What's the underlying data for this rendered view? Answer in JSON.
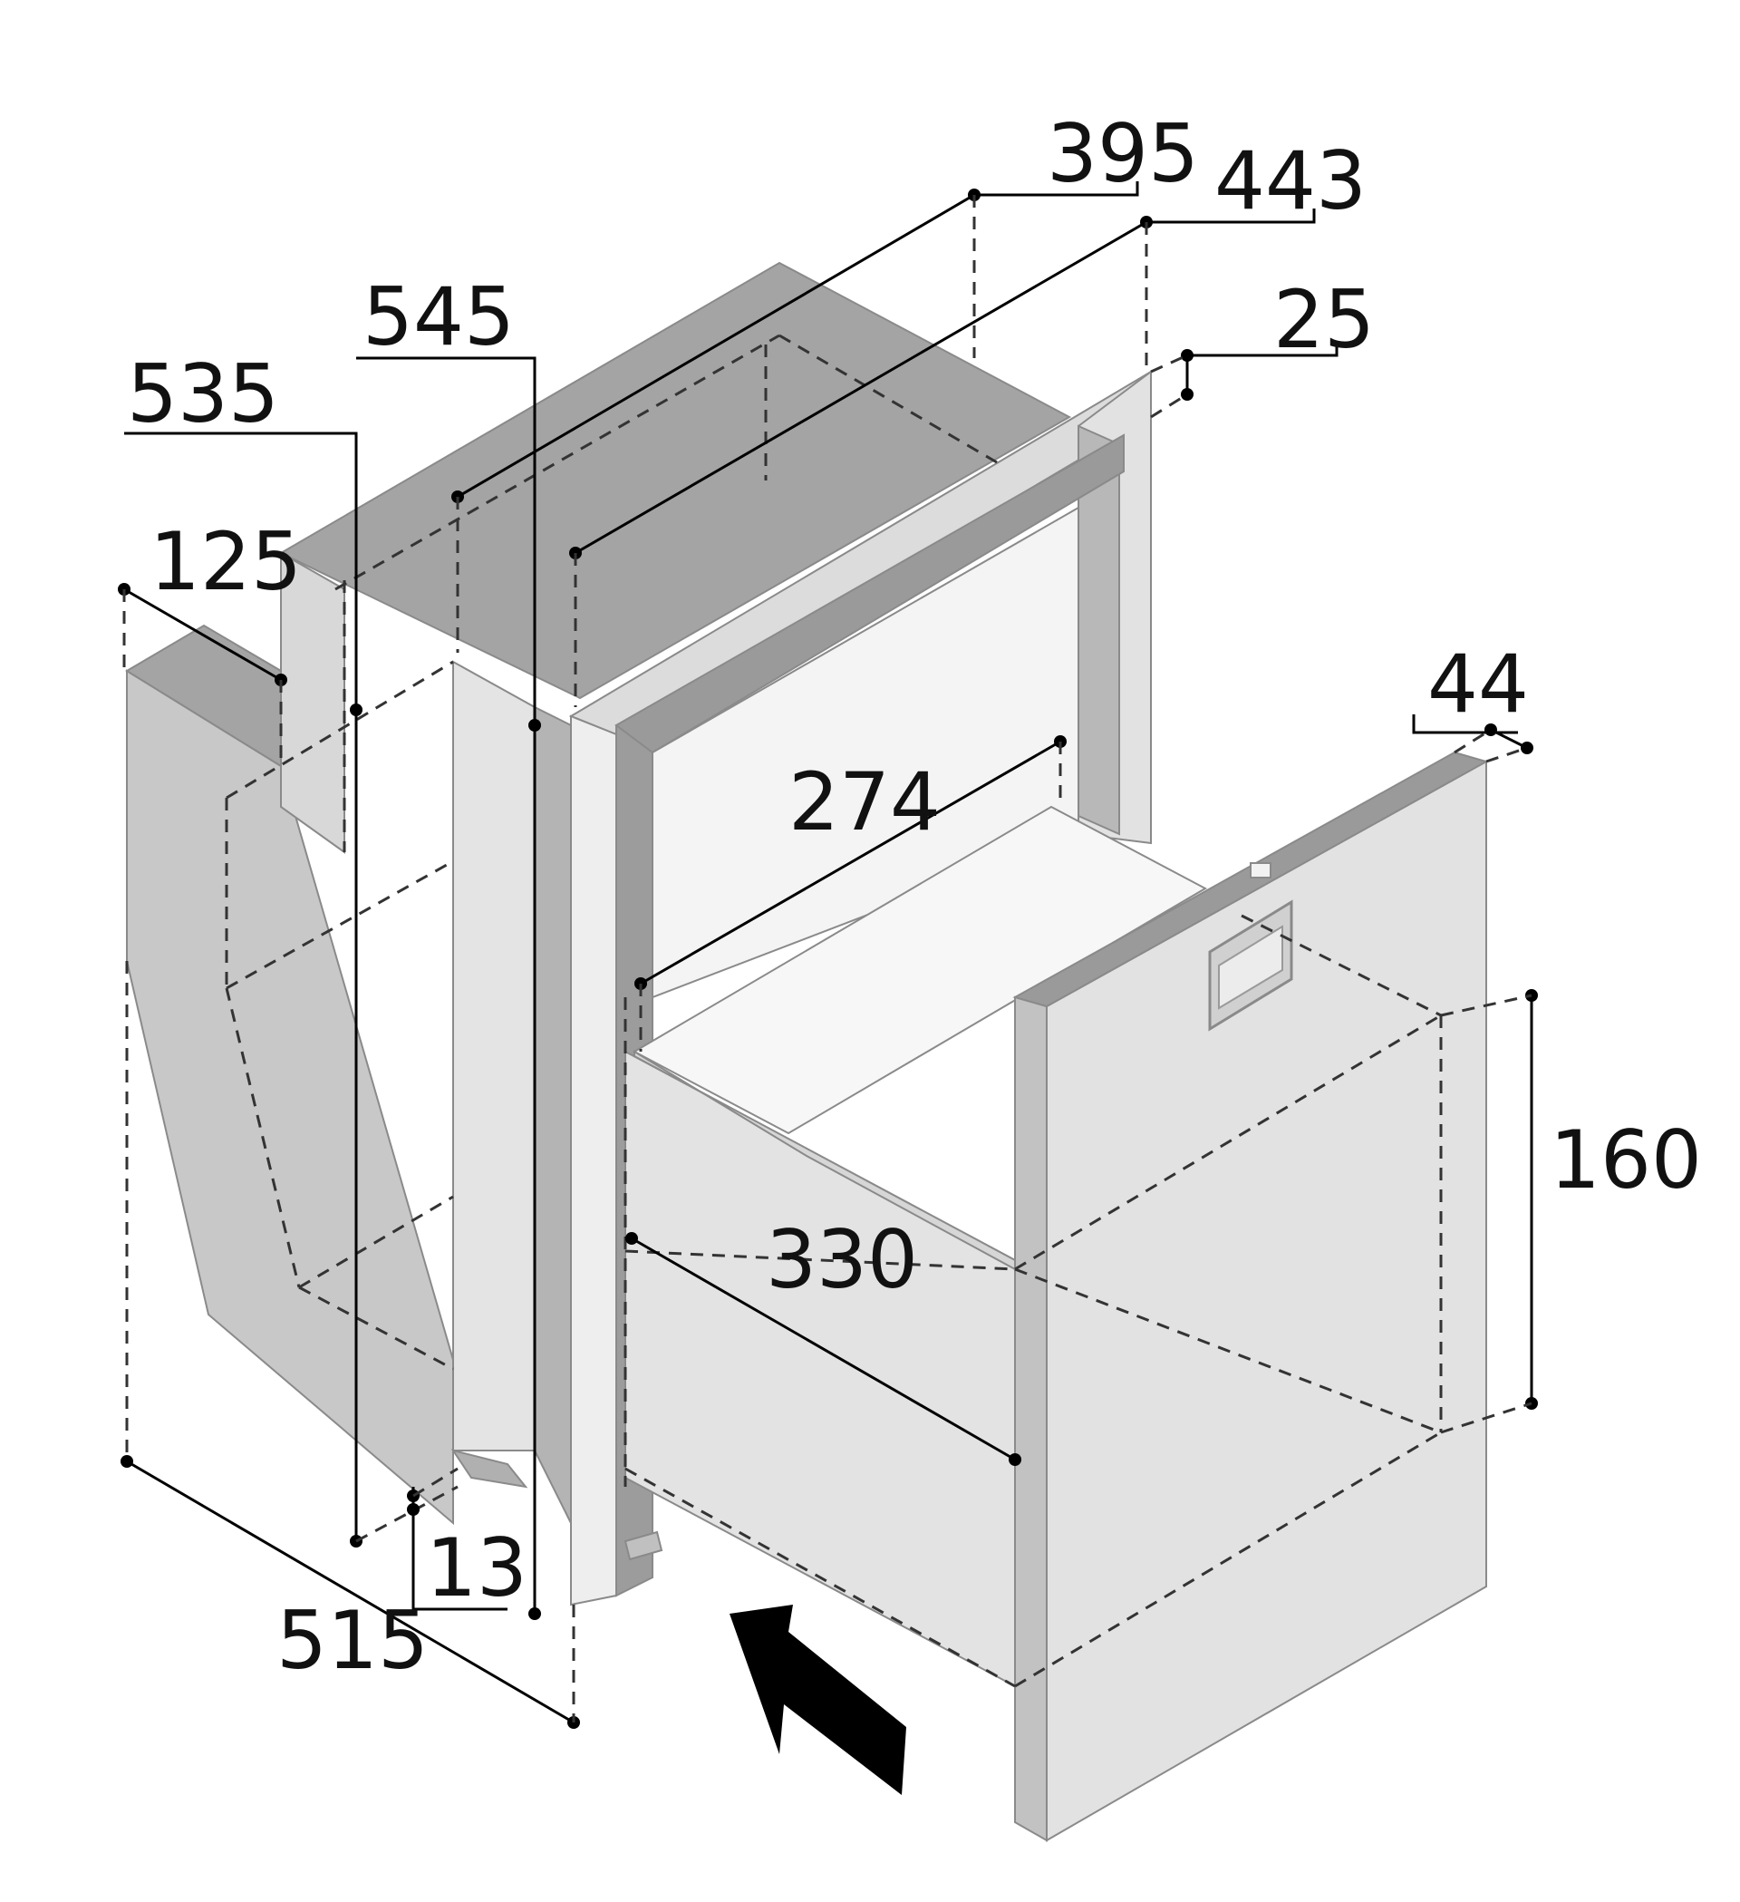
{
  "diagram": {
    "dimensions": {
      "d395": "395",
      "d443": "443",
      "d25": "25",
      "d545": "545",
      "d535": "535",
      "d125": "125",
      "d44": "44",
      "d274": "274",
      "d160": "160",
      "d330": "330",
      "d13": "13",
      "d515": "515"
    },
    "colors": {
      "body_dark": "#a4a4a4",
      "body_mid": "#c8c8c8",
      "body_light": "#e6e6e6",
      "drawer_front": "#e2e2e2",
      "dimension_line": "#000000",
      "arrow": "#000000"
    },
    "icons": {
      "push_arrow": "arrow-icon",
      "handle": "drawer-handle-icon"
    }
  }
}
